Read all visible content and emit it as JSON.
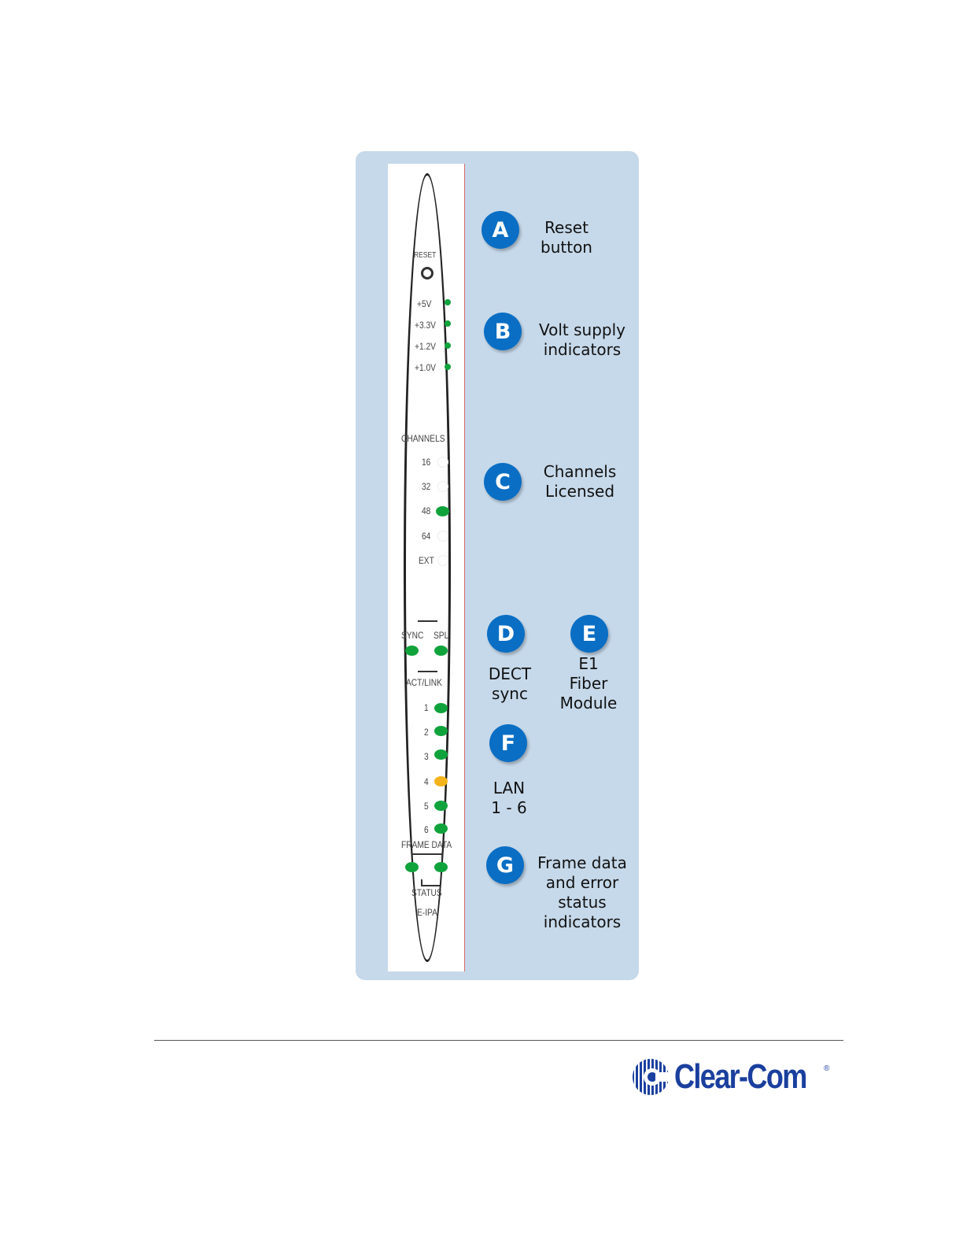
{
  "panel": {
    "reset_label": "RESET",
    "voltages": [
      "+5V",
      "+3.3V",
      "+1.2V",
      "+1.0V"
    ],
    "channels_label": "CHANNELS",
    "channels": [
      {
        "label": "16",
        "state": "off"
      },
      {
        "label": "32",
        "state": "off"
      },
      {
        "label": "48",
        "state": "on"
      },
      {
        "label": "64",
        "state": "off"
      },
      {
        "label": "EXT",
        "state": "off"
      }
    ],
    "sync_label": "SYNC",
    "spl_label": "SPL",
    "act_link_label": "ACT/LINK",
    "lan_ports": [
      {
        "label": "1",
        "color": "#10a33c"
      },
      {
        "label": "2",
        "color": "#10a33c"
      },
      {
        "label": "3",
        "color": "#10a33c"
      },
      {
        "label": "4",
        "color": "#f4b31a"
      },
      {
        "label": "5",
        "color": "#10a33c"
      },
      {
        "label": "6",
        "color": "#10a33c"
      }
    ],
    "frame_data_label": "FRAME DATA",
    "status_label": "STATUS",
    "model_label": "E-IPA",
    "led_green": "#10a33c",
    "led_amber": "#f4b31a"
  },
  "callouts": {
    "A": {
      "letter": "A",
      "text": "Reset\nbutton"
    },
    "B": {
      "letter": "B",
      "text": "Volt supply\nindicators"
    },
    "C": {
      "letter": "C",
      "text": "Channels\nLicensed"
    },
    "D": {
      "letter": "D",
      "text": "DECT\nsync"
    },
    "E": {
      "letter": "E",
      "text": "E1\nFiber\nModule"
    },
    "F": {
      "letter": "F",
      "text": "LAN\n1 - 6"
    },
    "G": {
      "letter": "G",
      "text": "Frame data\nand error\nstatus\nindicators"
    }
  },
  "colors": {
    "callout_circle": "#0a6ec4",
    "figure_background": "#c6d9ea",
    "logo_blue": "#1a3f9e"
  },
  "footer": {
    "logo_text": "Clear-Com",
    "logo_registered": "®"
  }
}
